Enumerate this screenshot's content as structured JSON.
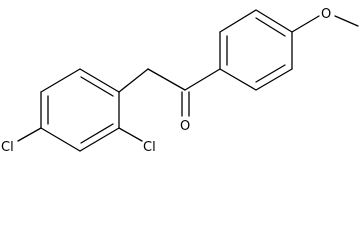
{
  "molecule": {
    "atoms": {
      "chlorine_para": "Cl",
      "chlorine_ortho": "Cl",
      "carbonyl_oxygen": "O",
      "methoxy_oxygen": "O"
    },
    "colors": {
      "bond": "#000000",
      "label": "#000000",
      "background": "#ffffff"
    }
  }
}
